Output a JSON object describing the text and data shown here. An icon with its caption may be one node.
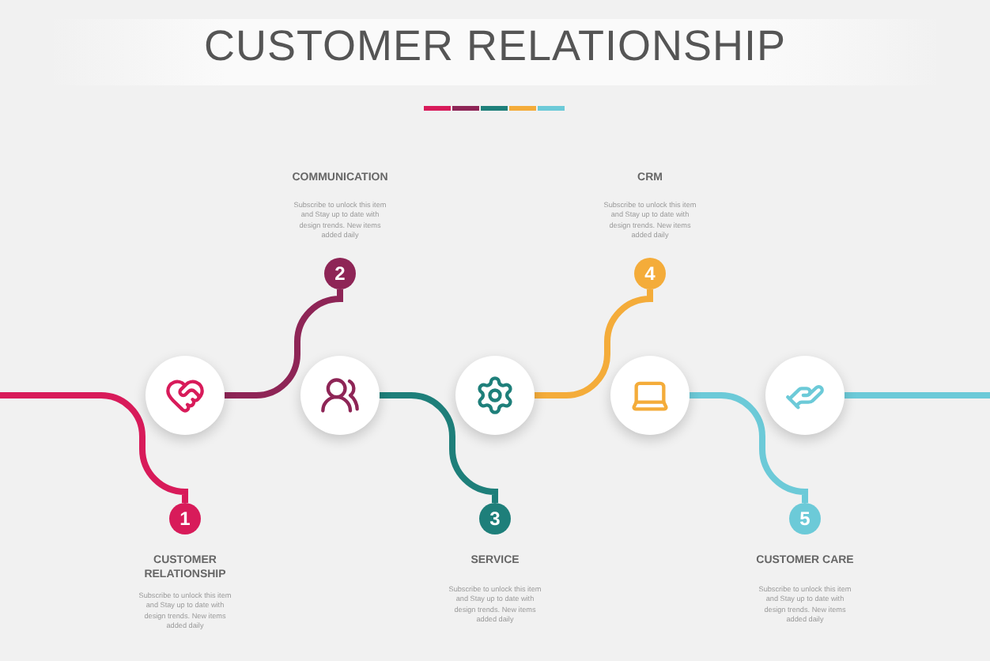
{
  "diagram": {
    "title": "CUSTOMER RELATIONSHIP",
    "nodes": [
      {
        "text": [],
        "shape": "circle"
      },
      {
        "text": [],
        "shape": "circle"
      },
      {
        "text": [],
        "shape": "circle"
      },
      {
        "text": [],
        "shape": "circle"
      },
      {
        "text": [],
        "shape": "circle"
      },
      {
        "text": [
          "1"
        ],
        "beside": [
          "CUSTOMER RELATIONSHIP",
          "Subscribe to unlock this item and Stay up to date with design trends. New items added daily"
        ]
      },
      {
        "text": [
          "2"
        ],
        "beside": [
          "COMMUNICATION",
          "Subscribe to unlock this item and Stay up to date with design trends. New items added daily"
        ]
      },
      {
        "text": [
          "3"
        ],
        "beside": [
          "SERVICE",
          "Subscribe to unlock this item and Stay up to date with design trends. New items added daily"
        ]
      },
      {
        "text": [
          "4"
        ],
        "beside": [
          "CRM",
          "Subscribe to unlock this item and Stay up to date with design trends. New items added daily"
        ]
      },
      {
        "text": [
          "5"
        ],
        "beside": [
          "CUSTOMER CARE",
          "Subscribe to unlock this item and Stay up to date with design trends. New items added daily"
        ]
      }
    ],
    "edges": [
      {
        "from": null,
        "to": 5,
        "arrow": "none",
        "color": "#d81b5a"
      },
      {
        "from": 0,
        "to": 6,
        "arrow": "none",
        "color": "#8e2556"
      },
      {
        "from": 1,
        "to": 7,
        "arrow": "none",
        "color": "#1e7f7a"
      },
      {
        "from": 2,
        "to": 8,
        "arrow": "none",
        "color": "#f4ac3a"
      },
      {
        "from": 3,
        "to": 9,
        "arrow": "none",
        "color": "#6ccad8"
      },
      {
        "from": 4,
        "to": null,
        "arrow": "none",
        "color": "#6ccad8"
      }
    ]
  }
}
